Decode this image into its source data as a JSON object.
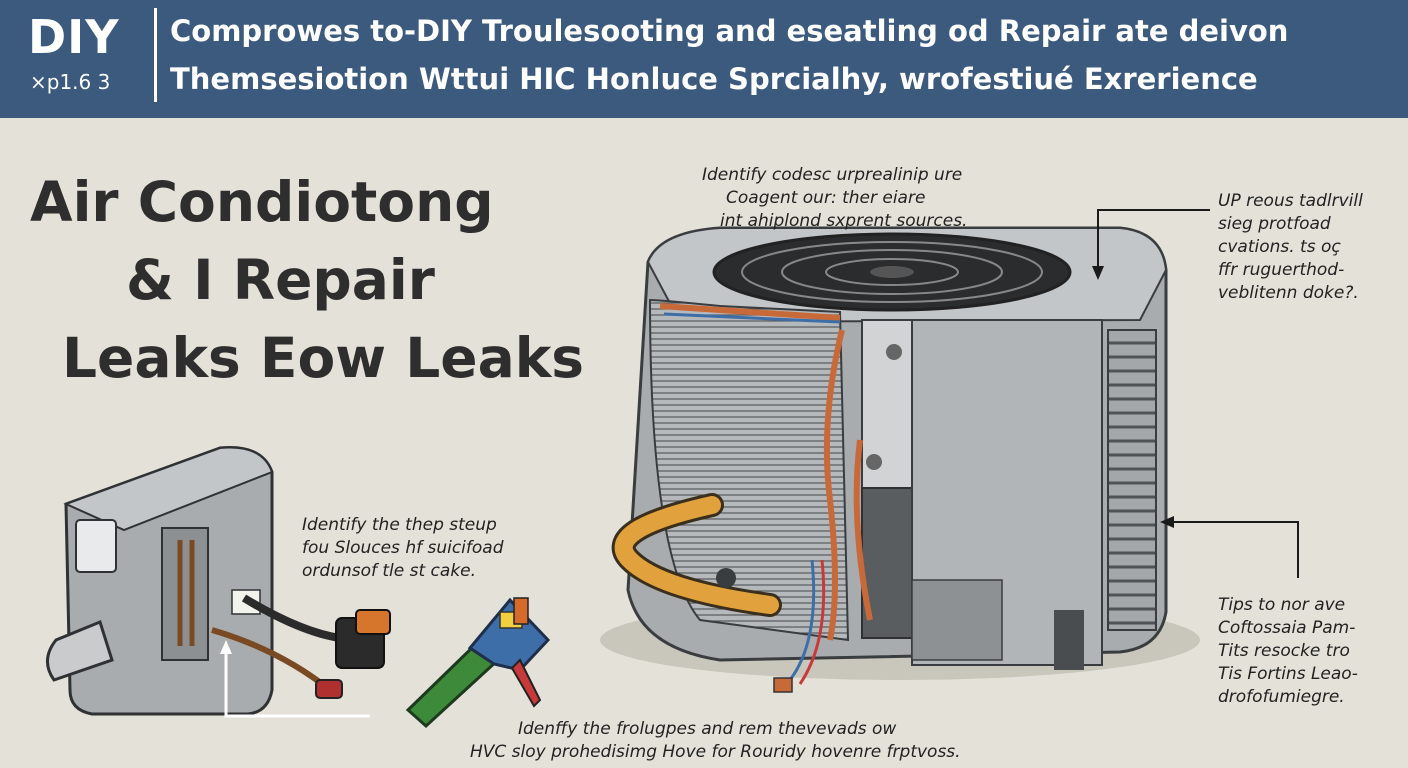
{
  "header": {
    "logo": "DIY",
    "version": "×p1.6 3",
    "title_line1": "Comprowes to-DIY Troulesooting and eseatling od Repair ate deivon",
    "title_line2": "Themsesiotion Wttui HIC Honluce Sprcialhy, wrofestiué Exrerience"
  },
  "main_title": {
    "line1": "Air Condiotong",
    "line2": "& I Repair",
    "line3": "Leaks Eow Leaks"
  },
  "annotations": {
    "top_center": [
      "Identify codesc urprealinip ure",
      "Coagent our: ther eiare",
      "int ahiplond sxprent sources."
    ],
    "top_right": [
      "UP reous tadlrvill",
      "sieg protfoad",
      "cvations. ts oç",
      "ffr ruguerthod-",
      "veblitenn doke?."
    ],
    "left_middle": [
      "Identify the thep steup",
      "fou Slouces hf suicifoad",
      "ordunsof tle st cake."
    ],
    "bottom_right": [
      "Tips to nor ave",
      "Coftossaia Pam-",
      "Tits resocke tro",
      "Tis Fortins Leao-",
      "drofofumiegre."
    ],
    "bottom_center": [
      "Idenffy the frolugpes and rem thevevads ow",
      "HVC sloy prohedisimg Hove for Rouridy hovenre frptvoss."
    ]
  },
  "illustration": {
    "icons": [
      "ac-condenser-unit",
      "indoor-unit",
      "leak-detector-tool",
      "refrigerant-connector"
    ],
    "colors": {
      "header": "#3b5a7e",
      "background": "#e3e1d8",
      "unit": "#a9acae",
      "copper": "#c8693a",
      "insulation": "#e1a13c",
      "tool_green": "#3d8a3a",
      "tool_blue": "#3e6ea8"
    }
  }
}
